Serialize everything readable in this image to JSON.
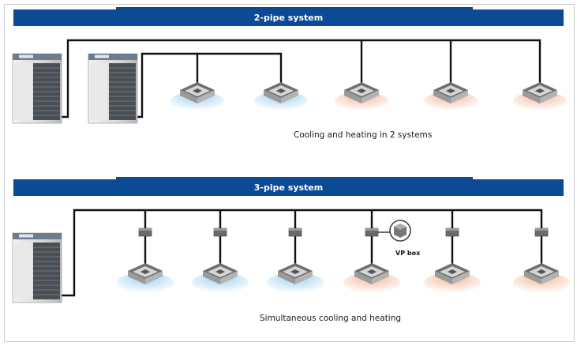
{
  "top": {
    "title": "2-pipe system",
    "caption": "Cooling and heating in 2 systems"
  },
  "bottom": {
    "title": "3-pipe system",
    "caption": "Simultaneous cooling and heating",
    "vp_label": "VP box"
  },
  "colors": {
    "banner": "#0c4a96",
    "pipe": "#111111",
    "cool_air": "#9fd2f2",
    "heat_air": "#f4b99a"
  }
}
